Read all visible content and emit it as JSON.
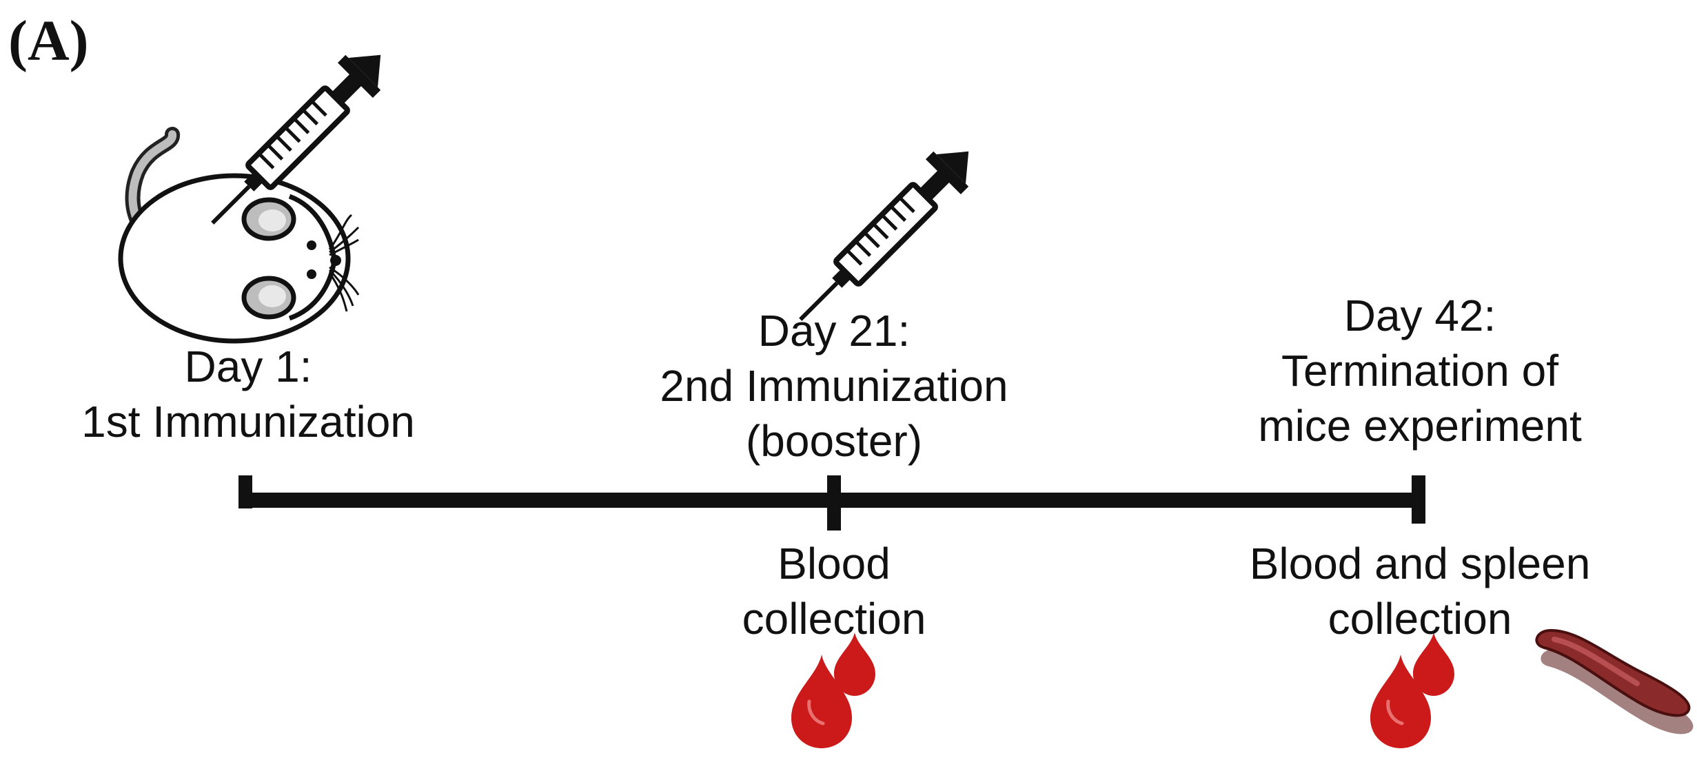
{
  "panel_label": "(A)",
  "timeline": {
    "events": [
      {
        "id": "day1",
        "above": [
          "Day 1:",
          "1st Immunization"
        ],
        "below": []
      },
      {
        "id": "day21",
        "above": [
          "Day 21:",
          "2nd Immunization",
          "(booster)"
        ],
        "below": [
          "Blood",
          "collection"
        ]
      },
      {
        "id": "day42",
        "above": [
          "Day 42:",
          "Termination of",
          "mice experiment"
        ],
        "below": [
          "Blood and spleen",
          "collection"
        ]
      }
    ]
  },
  "icons": {
    "mouse": "mouse-icon",
    "syringe": "syringe-icon",
    "blood": "blood-drops-icon",
    "spleen": "spleen-icon"
  },
  "colors": {
    "line": "#111111",
    "blood": "#cc1a1a",
    "spleen": "#8a2a2a"
  }
}
